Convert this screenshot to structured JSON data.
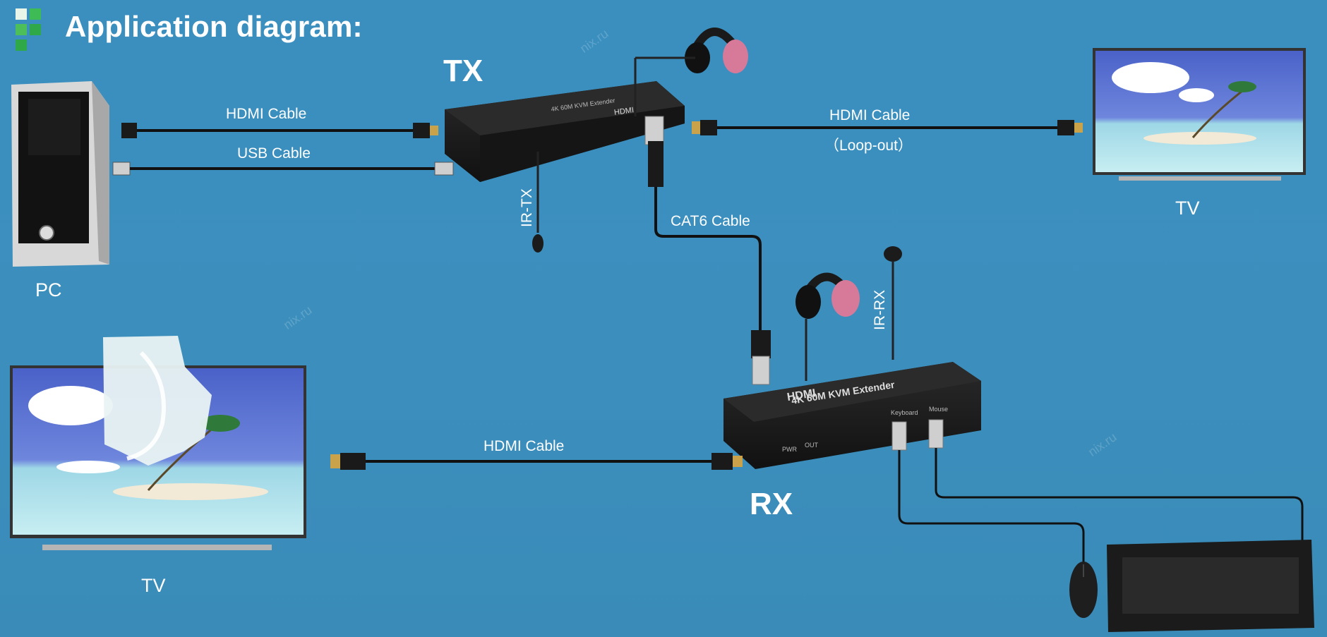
{
  "header": {
    "title": "Application diagram:"
  },
  "units": {
    "tx": "TX",
    "rx": "RX"
  },
  "devices": {
    "pc": "PC",
    "tv_top_right": "TV",
    "tv_bottom_left": "TV"
  },
  "cables": {
    "hdmi_pc_tx": "HDMI Cable",
    "usb_pc_tx": "USB Cable",
    "hdmi_loop": "HDMI Cable",
    "loop_out": "（Loop-out）",
    "cat6": "CAT6 Cable",
    "hdmi_rx_tv": "HDMI Cable"
  },
  "ir": {
    "tx": "IR-TX",
    "rx": "IR-RX"
  },
  "box_text": {
    "tx_brand": "HDMI",
    "tx_model": "4K 60M KVM Extender",
    "rx_brand": "HDMI",
    "rx_model": "4K 60M KVM Extender",
    "rx_pwr": "PWR",
    "rx_out": "OUT",
    "rx_keyboard": "Keyboard",
    "rx_mouse": "Mouse"
  },
  "watermark": "nix.ru",
  "colors": {
    "background": "#3c8fbd",
    "text": "#ffffff",
    "device": "#1e1e1e",
    "accent_green": "#3cb371"
  }
}
